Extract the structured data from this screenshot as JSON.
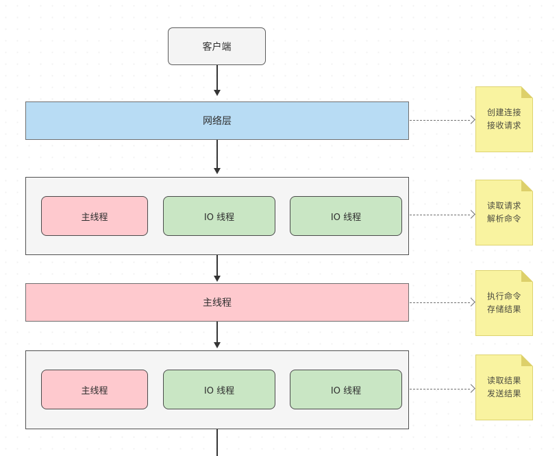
{
  "client": {
    "label": "客户端"
  },
  "network_layer": {
    "label": "网络层"
  },
  "main_thread_bar": {
    "label": "主线程"
  },
  "top_thread_group": {
    "threads": [
      {
        "label": "主线程"
      },
      {
        "label": "IO 线程"
      },
      {
        "label": "IO 线程"
      }
    ]
  },
  "bottom_thread_group": {
    "threads": [
      {
        "label": "主线程"
      },
      {
        "label": "IO 线程"
      },
      {
        "label": "IO 线程"
      }
    ]
  },
  "notes": [
    {
      "lines": [
        "创建连接",
        "接收请求"
      ]
    },
    {
      "lines": [
        "读取请求",
        "解析命令"
      ]
    },
    {
      "lines": [
        "执行命令",
        "存储结果"
      ]
    },
    {
      "lines": [
        "读取结果",
        "发送结果"
      ]
    }
  ],
  "colors": {
    "network_blue": "#b8dcf4",
    "main_thread_pink": "#fec9ce",
    "io_thread_green": "#c9e6c4",
    "note_yellow": "#f9f3a0",
    "group_gray": "#f5f5f5",
    "shape_border": "#4f4f4f"
  }
}
